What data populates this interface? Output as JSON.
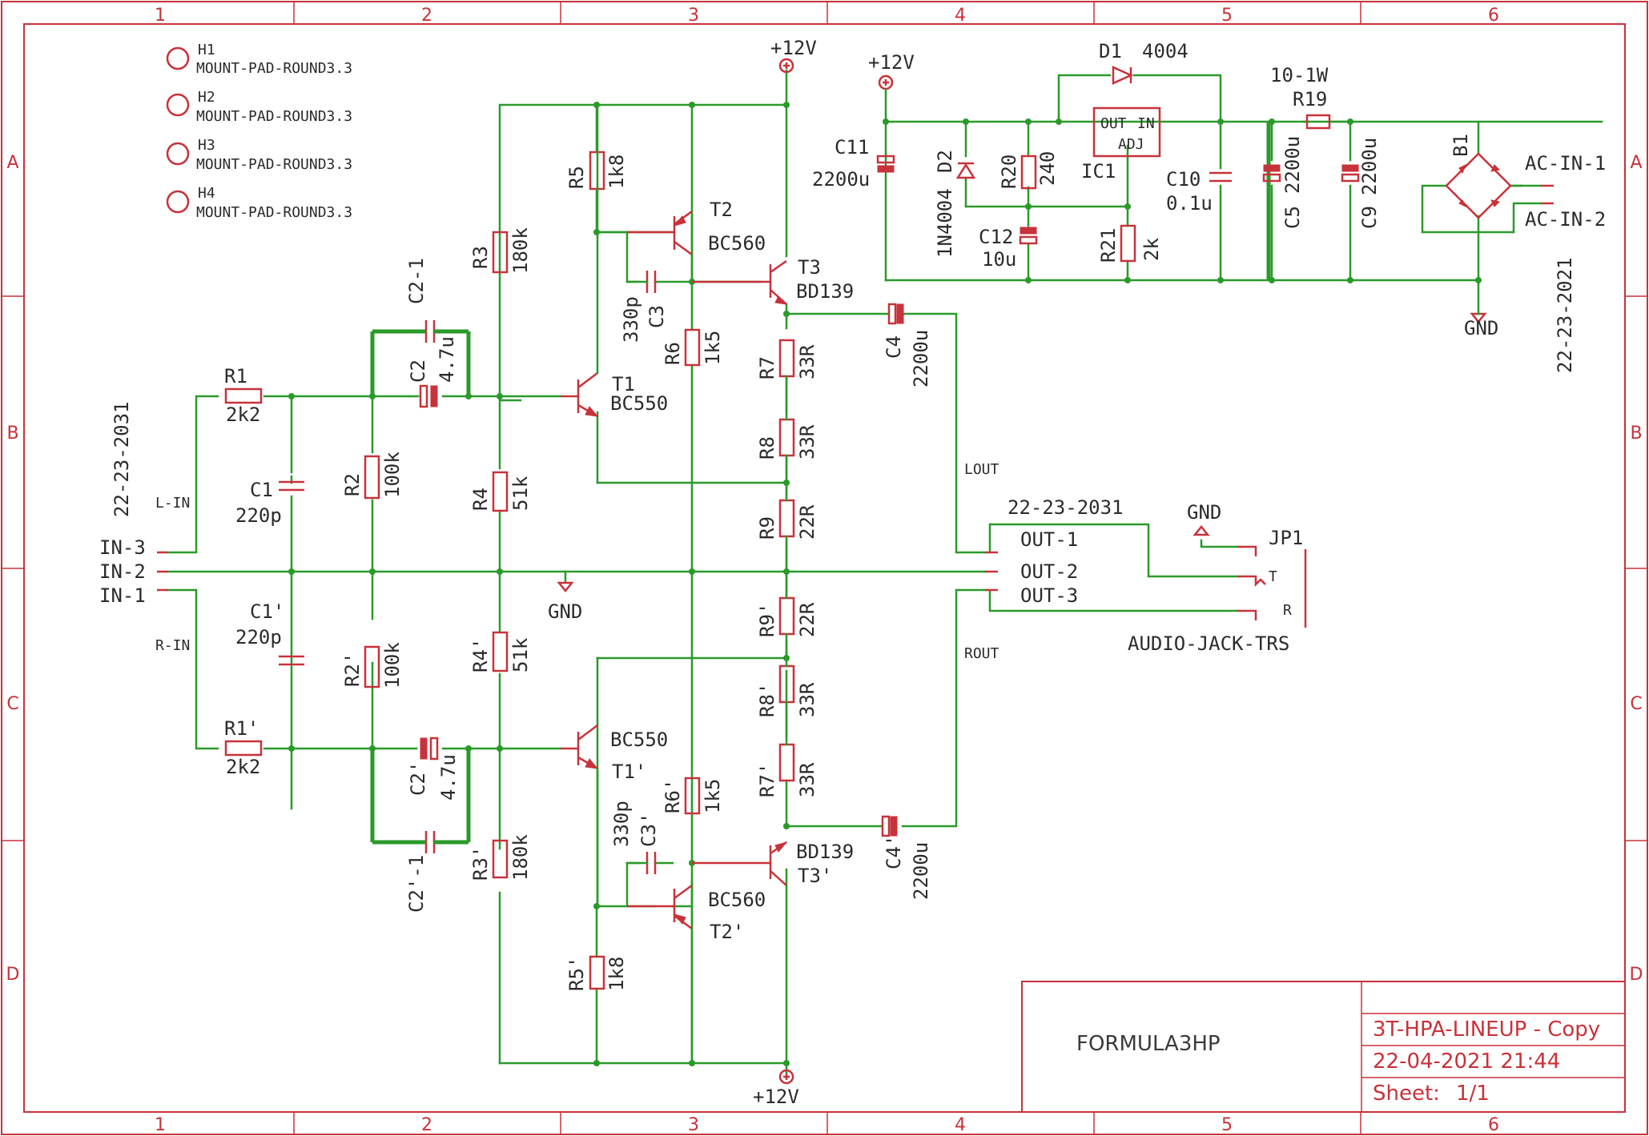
{
  "colors": {
    "frame": "#c8323a",
    "wire": "#2a9a2a",
    "part": "#c8323a",
    "text": "#2b2b2b"
  },
  "frame": {
    "cols": [
      "1",
      "2",
      "3",
      "4",
      "5",
      "6"
    ],
    "rows": [
      "A",
      "B",
      "C",
      "D"
    ]
  },
  "mounting": [
    {
      "ref": "H1",
      "value": "MOUNT-PAD-ROUND3.3"
    },
    {
      "ref": "H2",
      "value": "MOUNT-PAD-ROUND3.3"
    },
    {
      "ref": "H3",
      "value": "MOUNT-PAD-ROUND3.3"
    },
    {
      "ref": "H4",
      "value": "MOUNT-PAD-ROUND3.3"
    }
  ],
  "resistors": [
    {
      "ref": "R1",
      "value": "2k2"
    },
    {
      "ref": "R1'",
      "value": "2k2"
    },
    {
      "ref": "R2",
      "value": "100k"
    },
    {
      "ref": "R2'",
      "value": "100k"
    },
    {
      "ref": "R3",
      "value": "180k"
    },
    {
      "ref": "R3'",
      "value": "180k"
    },
    {
      "ref": "R4",
      "value": "51k"
    },
    {
      "ref": "R4'",
      "value": "51k"
    },
    {
      "ref": "R5",
      "value": "1k8"
    },
    {
      "ref": "R5'",
      "value": "1k8"
    },
    {
      "ref": "R6",
      "value": "1k5"
    },
    {
      "ref": "R6'",
      "value": "1k5"
    },
    {
      "ref": "R7",
      "value": "33R"
    },
    {
      "ref": "R7'",
      "value": "33R"
    },
    {
      "ref": "R8",
      "value": "33R"
    },
    {
      "ref": "R8'",
      "value": "33R"
    },
    {
      "ref": "R9",
      "value": "22R"
    },
    {
      "ref": "R9'",
      "value": "22R"
    },
    {
      "ref": "R19",
      "value": "10-1W"
    },
    {
      "ref": "R20",
      "value": "240"
    },
    {
      "ref": "R21",
      "value": "2k"
    }
  ],
  "capacitors": [
    {
      "ref": "C1",
      "value": "220p"
    },
    {
      "ref": "C1'",
      "value": "220p"
    },
    {
      "ref": "C2",
      "value": "4.7u"
    },
    {
      "ref": "C2'",
      "value": "4.7u"
    },
    {
      "ref": "C2-1",
      "value": ""
    },
    {
      "ref": "C2'-1",
      "value": ""
    },
    {
      "ref": "C3",
      "value": "330p"
    },
    {
      "ref": "C3'",
      "value": "330p"
    },
    {
      "ref": "C4",
      "value": "2200u"
    },
    {
      "ref": "C4'",
      "value": "2200u"
    },
    {
      "ref": "C5",
      "value": "2200u"
    },
    {
      "ref": "C9",
      "value": "2200u"
    },
    {
      "ref": "C10",
      "value": "0.1u"
    },
    {
      "ref": "C11",
      "value": "2200u"
    },
    {
      "ref": "C12",
      "value": "10u"
    }
  ],
  "transistors": [
    {
      "ref": "T1",
      "value": "BC550"
    },
    {
      "ref": "T1'",
      "value": "BC550"
    },
    {
      "ref": "T2",
      "value": "BC560"
    },
    {
      "ref": "T2'",
      "value": "BC560"
    },
    {
      "ref": "T3",
      "value": "BD139"
    },
    {
      "ref": "T3'",
      "value": "BD139"
    }
  ],
  "power": {
    "d1": {
      "ref": "D1",
      "value": "4004"
    },
    "d2": {
      "ref": "D2",
      "value": "1N4004"
    },
    "ic1": {
      "ref": "IC1",
      "out": "OUT",
      "in": "IN",
      "adj": "ADJ"
    },
    "b1": "B1",
    "ac1": "AC-IN-1",
    "ac2": "AC-IN-2",
    "conn": "22-23-2021"
  },
  "nets": {
    "vcc": "+12V",
    "gnd": "GND",
    "lin": "L-IN",
    "rin": "R-IN",
    "lout": "LOUT",
    "rout": "ROUT"
  },
  "inputs": {
    "conn": "22-23-2031",
    "pins": [
      "IN-3",
      "IN-2",
      "IN-1"
    ]
  },
  "outputs": {
    "conn": "22-23-2031",
    "pins": [
      "OUT-1",
      "OUT-2",
      "OUT-3"
    ]
  },
  "jack": {
    "ref": "JP1",
    "value": "AUDIO-JACK-TRS",
    "t": "T",
    "r": "R"
  },
  "title_block": {
    "name": "FORMULA3HP",
    "file": "3T-HPA-LINEUP - Copy",
    "date": "22-04-2021 21:44",
    "sheet_label": "Sheet:",
    "sheet": "1/1"
  }
}
